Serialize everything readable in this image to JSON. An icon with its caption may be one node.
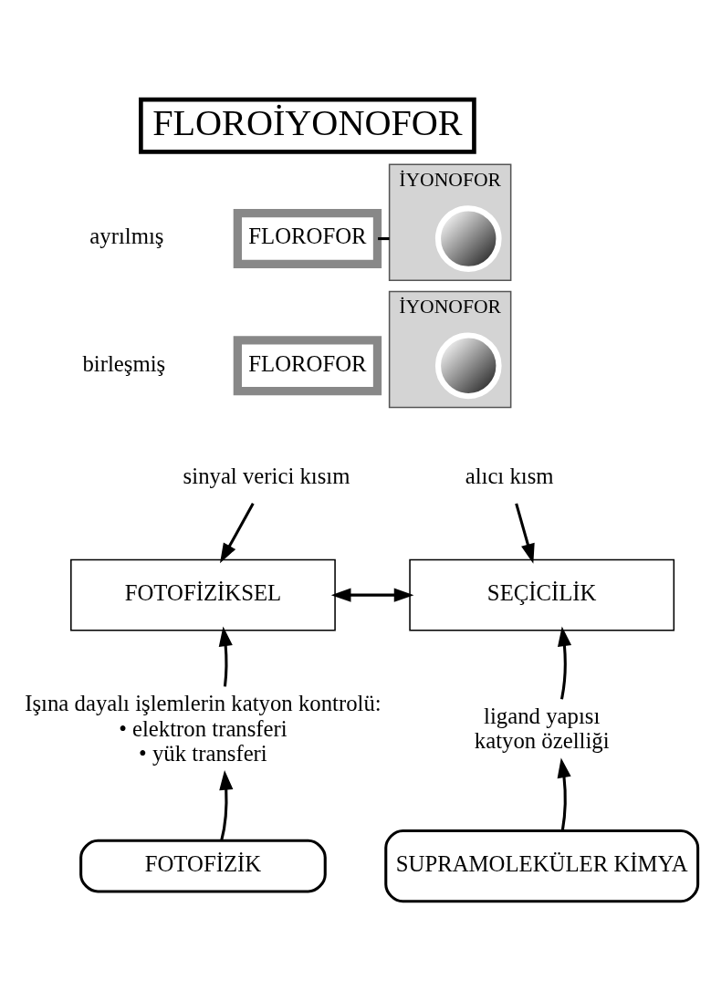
{
  "diagram": {
    "nodes": [
      {
        "text": [
          "FLOROİYONOFOR"
        ]
      },
      {
        "text": [
          "FLOROFOR"
        ]
      },
      {
        "text": [
          "İYONOFOR"
        ]
      },
      {
        "text": [],
        "shape": "circle",
        "in": 2
      },
      {
        "text": [
          "FLOROFOR"
        ]
      },
      {
        "text": [
          "İYONOFOR"
        ]
      },
      {
        "text": [],
        "shape": "circle",
        "in": 5
      },
      {
        "text": [
          "sinyal verici kısım"
        ]
      },
      {
        "text": [
          "alıcı kısm"
        ]
      },
      {
        "text": [
          "FOTOFİZİKSEL"
        ]
      },
      {
        "text": [
          "SEÇİCİLİK"
        ]
      },
      {
        "text": [
          "Işına dayalı işlemlerin katyon kontrolü:",
          "• elektron transferi",
          "• yük transferi"
        ]
      },
      {
        "text": [
          "ligand yapısı",
          "katyon özelliği"
        ]
      },
      {
        "text": [
          "FOTOFİZİK"
        ]
      },
      {
        "text": [
          "SUPRAMOLEKÜLER KİMYA"
        ]
      }
    ],
    "edges": [
      {
        "from": 1,
        "to": 2,
        "arrow": "none"
      },
      {
        "from": 7,
        "to": 9,
        "arrow": "to"
      },
      {
        "from": 8,
        "to": 10,
        "arrow": "to"
      },
      {
        "from": 9,
        "to": 10,
        "arrow": "both"
      },
      {
        "from": 11,
        "to": 9,
        "arrow": "to"
      },
      {
        "from": 12,
        "to": 10,
        "arrow": "to"
      },
      {
        "from": 13,
        "to": 11,
        "arrow": "to"
      },
      {
        "from": 14,
        "to": 12,
        "arrow": "to"
      }
    ],
    "labels": [
      "ayrılmış",
      "birleşmiş"
    ]
  }
}
